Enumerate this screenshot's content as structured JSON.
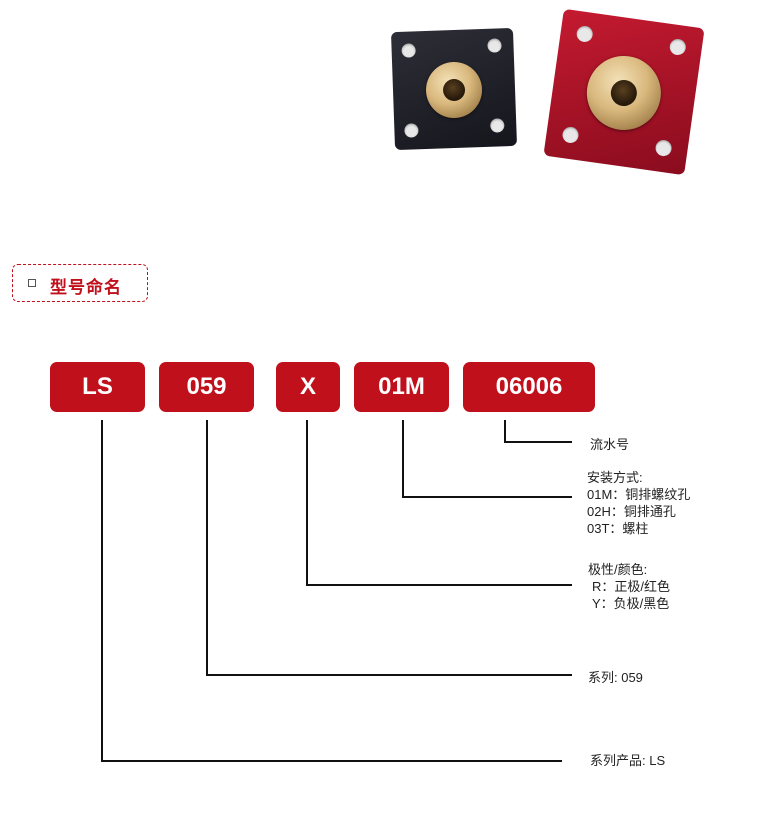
{
  "heading": {
    "title": "型号命名"
  },
  "codes": [
    {
      "text": "LS"
    },
    {
      "text": "059"
    },
    {
      "text": "X"
    },
    {
      "text": "01M"
    },
    {
      "text": "06006"
    }
  ],
  "labels": {
    "serial": "流水号",
    "mount_title": "安装方式:",
    "mount_options": [
      "01M：铜排螺纹孔",
      "02H：铜排通孔",
      "03T：螺柱"
    ],
    "polarity_title": "极性/颜色:",
    "polarity_options": [
      "R：正极/红色",
      "Y：负极/黑色"
    ],
    "series": "系列: 059",
    "product": "系列产品: LS"
  },
  "colors": {
    "accent": "#c0101c",
    "product_black": "#1c1c24",
    "product_red": "#b0142a"
  }
}
